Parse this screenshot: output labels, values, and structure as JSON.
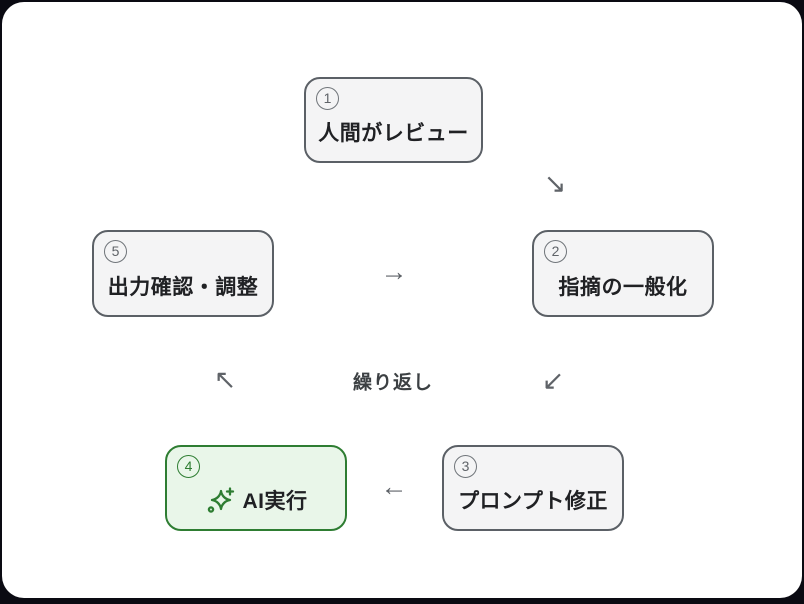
{
  "colors": {
    "page_background": "#0a0a12",
    "card_background": "#ffffff",
    "box_background": "#f4f4f5",
    "box_border": "#5b6066",
    "box_text": "#202124",
    "highlight_background": "#e9f6e9",
    "highlight_accent": "#2e7d32",
    "arrow": "#5f6368",
    "center_label_text": "#3c4043"
  },
  "diagram": {
    "center_label": "繰り返し",
    "steps": [
      {
        "number": "1",
        "label": "人間がレビュー",
        "variant": "default"
      },
      {
        "number": "2",
        "label": "指摘の一般化",
        "variant": "default"
      },
      {
        "number": "3",
        "label": "プロンプト修正",
        "variant": "default"
      },
      {
        "number": "4",
        "label": "AI実行",
        "variant": "highlight",
        "icon": "sparkle-icon"
      },
      {
        "number": "5",
        "label": "出力確認・調整",
        "variant": "default"
      }
    ],
    "arrows": [
      {
        "glyph": "↘",
        "from": "1",
        "to": "2"
      },
      {
        "glyph": "↙",
        "from": "2",
        "to": "3"
      },
      {
        "glyph": "←",
        "from": "3",
        "to": "4"
      },
      {
        "glyph": "↖",
        "from": "4",
        "to": "5"
      },
      {
        "glyph": "→",
        "from": "5",
        "to": "1"
      }
    ]
  }
}
